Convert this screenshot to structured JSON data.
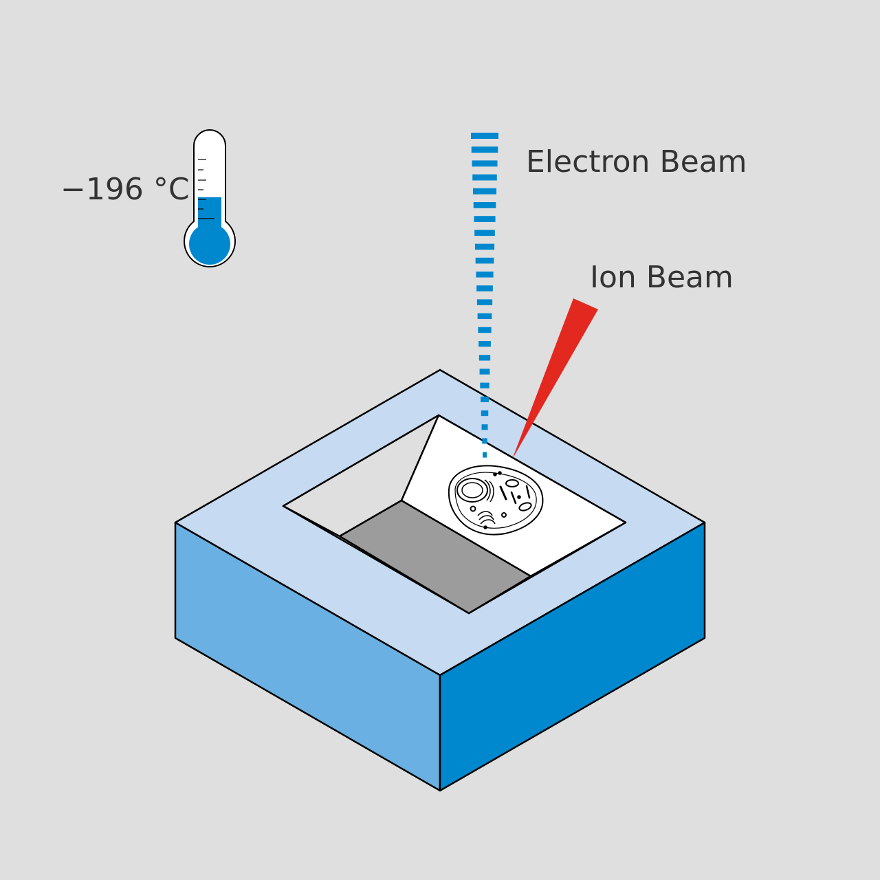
{
  "labels": {
    "temperature": "−196 °C",
    "electron_beam": "Electron Beam",
    "ion_beam": "Ion Beam"
  },
  "icons": {
    "thermometer": "thermometer-icon",
    "cell": "cell-icon"
  },
  "colors": {
    "background": "#dfdfdf",
    "text": "#333333",
    "electron_beam": "#0088cf",
    "ion_beam": "#e3281f",
    "block_top": "#c6daf1",
    "block_left": "#6ab0e2",
    "block_right": "#0088cf",
    "trench_floor": "#9c9c9c",
    "lamella": "#ffffff",
    "thermometer_fill": "#0088cf",
    "outline": "#000000"
  },
  "thermometer_fill_fraction": 0.32
}
